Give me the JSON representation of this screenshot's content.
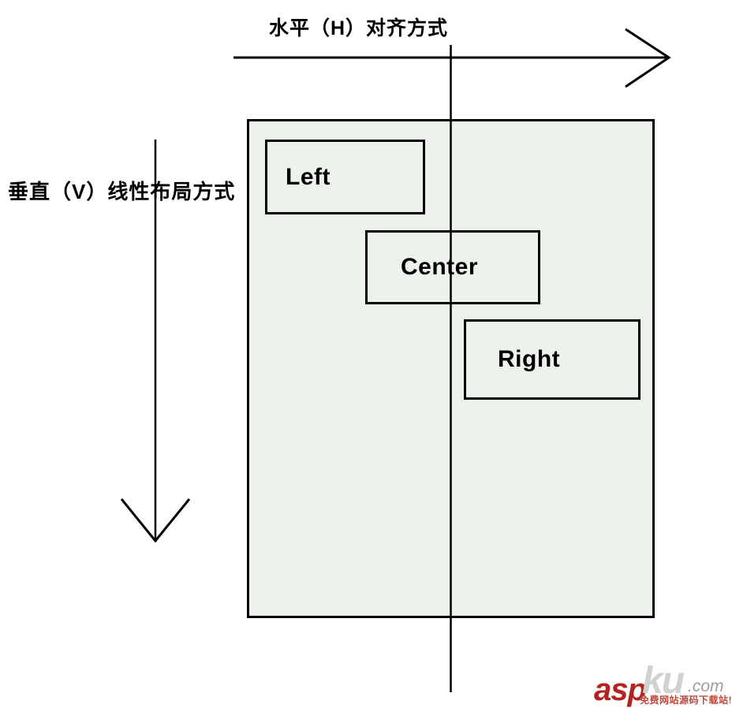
{
  "diagram": {
    "h_axis_label": "水平（H）对齐方式",
    "v_axis_label": "垂直（V）线性布局方式",
    "container_fill": "#edf2ec",
    "line_color": "#000000",
    "boxes": [
      {
        "id": "left",
        "label": "Left"
      },
      {
        "id": "center",
        "label": "Center"
      },
      {
        "id": "right",
        "label": "Right"
      }
    ]
  },
  "watermark": {
    "brand_asp": "asp",
    "brand_ku": "ku",
    "brand_tld": ".com",
    "tagline": "免费网站源码下载站!",
    "asp_color": "#b2241f",
    "ku_color": "#ced2d0",
    "tld_color": "#9a9e9c",
    "tagline_color": "#c0473a"
  }
}
